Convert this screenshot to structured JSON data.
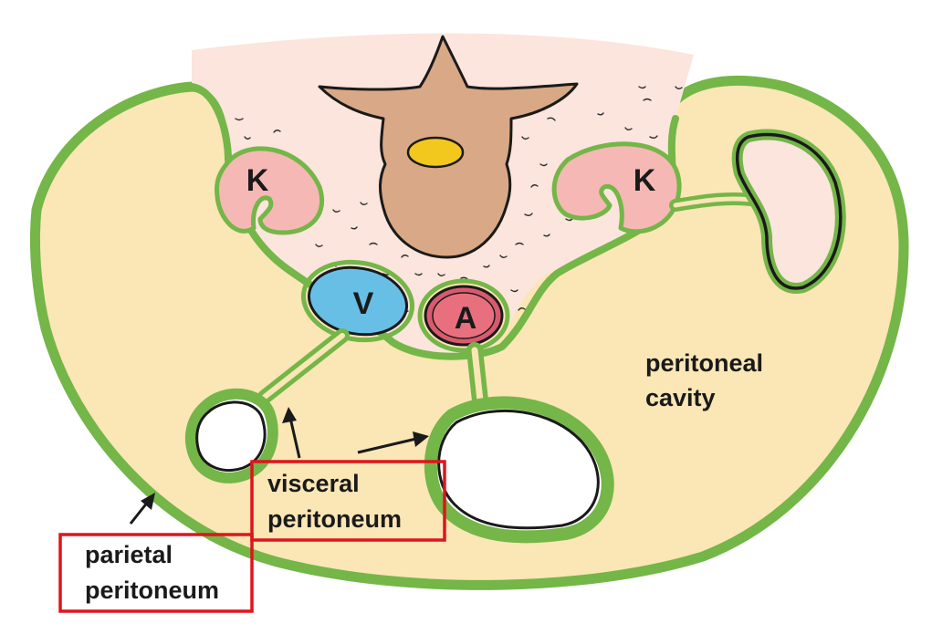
{
  "labels": {
    "kidney_left": "K",
    "kidney_right": "K",
    "vein": "V",
    "artery": "A",
    "peritoneal_cavity_line1": "peritoneal",
    "peritoneal_cavity_line2": "cavity",
    "visceral_line1": "visceral",
    "visceral_line2": "peritoneum",
    "parietal_line1": "parietal",
    "parietal_line2": "peritoneum"
  },
  "colors": {
    "peritoneum_green": "#74b648",
    "cavity_fill": "#fbe6b5",
    "retroperitoneum_fill": "#fbe5dc",
    "vertebra_fill": "#d9a886",
    "spinal_canal": "#f2c81e",
    "kidney_fill": "#f6b8b4",
    "vein_fill": "#68bfe6",
    "artery_fill": "#d95a6e",
    "artery_lumen": "#e8707e",
    "callout_red": "#e0141b"
  }
}
